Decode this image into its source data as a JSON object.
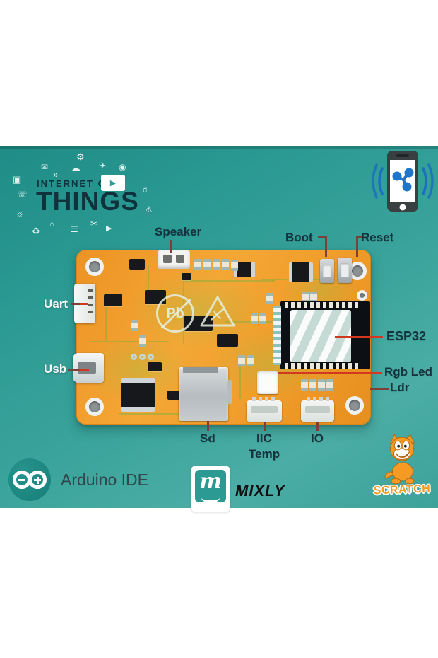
{
  "iot_logo": {
    "line1": "INTERNET OF",
    "line2": "THINGS",
    "badge_glyph": "▶",
    "icons": [
      {
        "name": "mail-icon",
        "glyph": "✉"
      },
      {
        "name": "chevrons-icon",
        "glyph": "»"
      },
      {
        "name": "gear-icon",
        "glyph": "⚙"
      },
      {
        "name": "cloud-icon",
        "glyph": "☁"
      },
      {
        "name": "plane-icon",
        "glyph": "✈"
      },
      {
        "name": "target-icon",
        "glyph": "◉"
      },
      {
        "name": "grid-icon",
        "glyph": "▣"
      },
      {
        "name": "handset-icon",
        "glyph": "☏"
      },
      {
        "name": "sun-icon",
        "glyph": "☼"
      },
      {
        "name": "recycle-icon",
        "glyph": "♻"
      },
      {
        "name": "home-icon",
        "glyph": "⌂"
      },
      {
        "name": "menu-icon",
        "glyph": "☰"
      },
      {
        "name": "scissors-icon",
        "glyph": "✂"
      },
      {
        "name": "play-icon",
        "glyph": "▶"
      },
      {
        "name": "music-icon",
        "glyph": "♫"
      },
      {
        "name": "warning-icon",
        "glyph": "⚠"
      }
    ]
  },
  "board_labels": {
    "speaker": "Speaker",
    "boot": "Boot",
    "reset": "Reset",
    "uart": "Uart",
    "usb": "Usb",
    "esp32": "ESP32",
    "rgb_led": "Rgb Led",
    "ldr": "Ldr",
    "sd": "Sd",
    "iic": "IIC",
    "temp": "Temp",
    "io": "IO"
  },
  "board_marks": {
    "pb": "Pb"
  },
  "footer": {
    "arduino_label": "Arduino IDE",
    "mixly_label": "MIXLY",
    "mixly_m": "m",
    "scratch_label": "SCRATCH"
  },
  "colors": {
    "background_teal": "#2f9e97",
    "board_orange": "#f09a2b",
    "label_navy": "#14333f",
    "label_white": "#f3f8f7",
    "leader_dark": "#7c4038",
    "leader_red": "#d23720",
    "phone_blue": "#1b6fc0",
    "arduino_teal": "#1d8781",
    "scratch_orange": "#f49b1f"
  }
}
